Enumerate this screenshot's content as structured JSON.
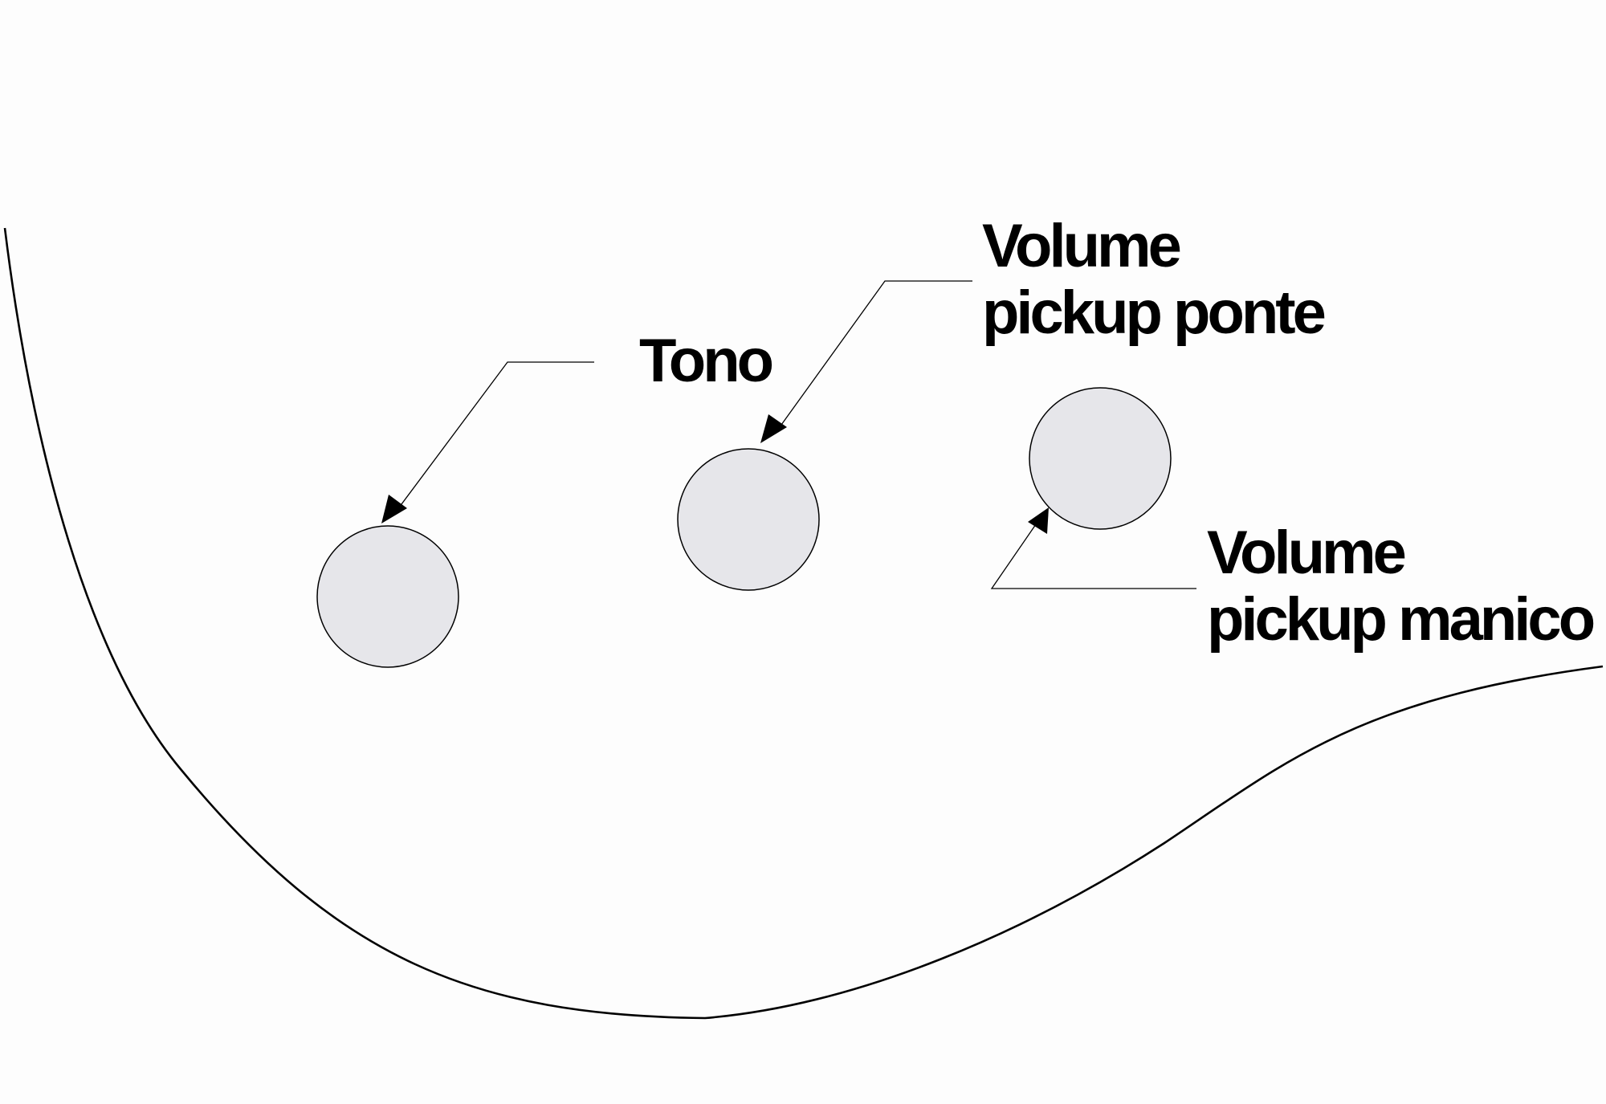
{
  "colors": {
    "background": "#fdfdfd",
    "knob_fill": "#e6e6ea",
    "line": "#000000"
  },
  "labels": {
    "tone": "Tono",
    "bridge_volume_line1": "Volume",
    "bridge_volume_line2": "pickup ponte",
    "neck_volume_line1": "Volume",
    "neck_volume_line2": "pickup manico"
  }
}
